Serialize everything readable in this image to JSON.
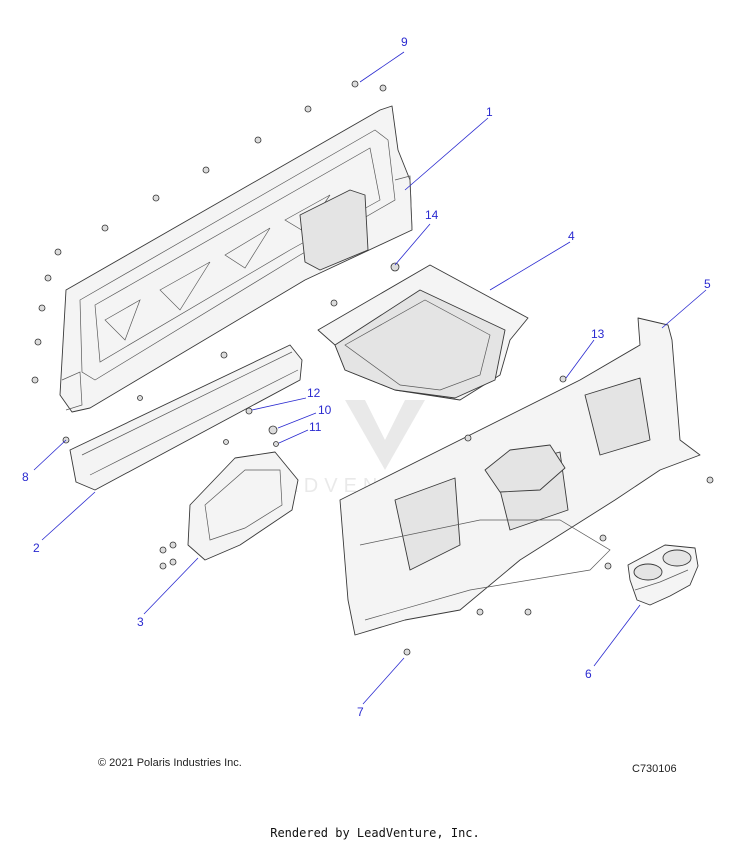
{
  "diagram": {
    "callouts": [
      {
        "num": "1"
      },
      {
        "num": "2"
      },
      {
        "num": "3"
      },
      {
        "num": "4"
      },
      {
        "num": "5"
      },
      {
        "num": "6"
      },
      {
        "num": "7"
      },
      {
        "num": "8"
      },
      {
        "num": "9"
      },
      {
        "num": "10"
      },
      {
        "num": "11"
      },
      {
        "num": "12"
      },
      {
        "num": "13"
      },
      {
        "num": "14"
      }
    ],
    "watermark": "LEADVENTURE",
    "callout_color": "#2a2ad0"
  },
  "footer": {
    "copyright": "© 2021 Polaris Industries Inc.",
    "diagram_code": "C730106",
    "rendered_by": "Rendered by LeadVenture, Inc."
  }
}
